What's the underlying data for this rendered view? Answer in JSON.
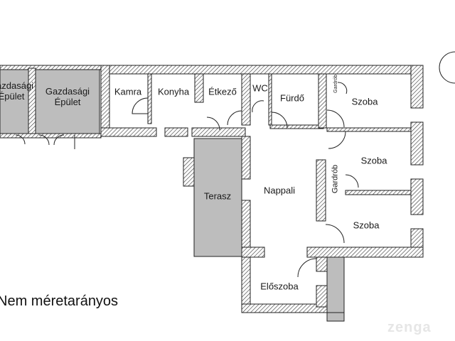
{
  "rooms": {
    "gazdasagi_1": "Gazdasági\nÉpület",
    "gazdasagi_2": "Gazdasági\nÉpület",
    "kamra": "Kamra",
    "konyha": "Konyha",
    "etkezo": "Étkező",
    "wc": "WC",
    "furdo": "Fürdő",
    "szoba_1": "Szoba",
    "gardrob_1": "Gardrób",
    "szoba_2": "Szoba",
    "gardrob_2": "Gardrób",
    "terasz": "Terasz",
    "nappali": "Nappali",
    "szoba_3": "Szoba",
    "eloszoba": "Előszoba"
  },
  "note": "Nem méretarányos",
  "logo": "zenga",
  "colors": {
    "wall_hatch": "#333333",
    "outbuilding_fill": "#bdbdbd",
    "background": "#ffffff"
  }
}
